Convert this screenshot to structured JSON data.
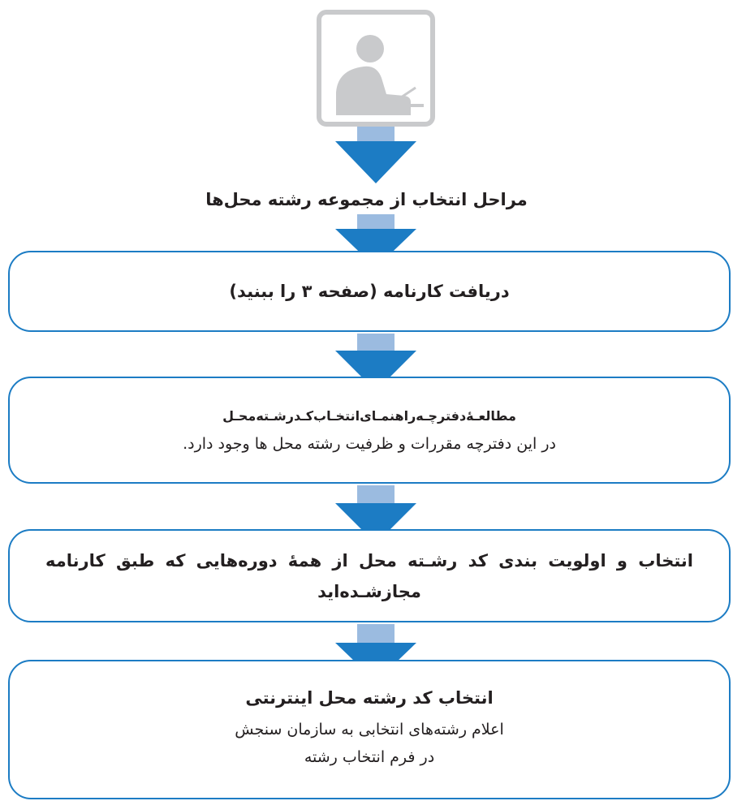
{
  "title": "مراحل انتخاب از مجموعه رشته محل‌ها",
  "icon": {
    "name": "person-writing-icon",
    "color": "#c9cacc"
  },
  "colors": {
    "border": "#1c7cc4",
    "arrow_head": "#1c7cc4",
    "arrow_stem": "#9bbbe0"
  },
  "steps": [
    {
      "heading": "دریافت کارنامه (صفحه ۳ را ببنید)"
    },
    {
      "heading": "مطالعـۀدفترچـه‌راهنمـای‌انتخـاب‌کـدرشـته‌محـل",
      "line1": "در این دفترچه مقررات و ظرفیت رشته محل ها  وجود دارد."
    },
    {
      "heading": "انتخاب و اولویت بندی کد رشـته محل از همۀ دوره‌هایی که طبق کارنامه مجازشـده‌اید"
    },
    {
      "heading": "انتخاب کد رشته محل اینترنتی",
      "line1": "اعلام رشته‌های انتخابی به سازمان سنجش",
      "line2": "در فرم انتخاب رشته"
    }
  ]
}
